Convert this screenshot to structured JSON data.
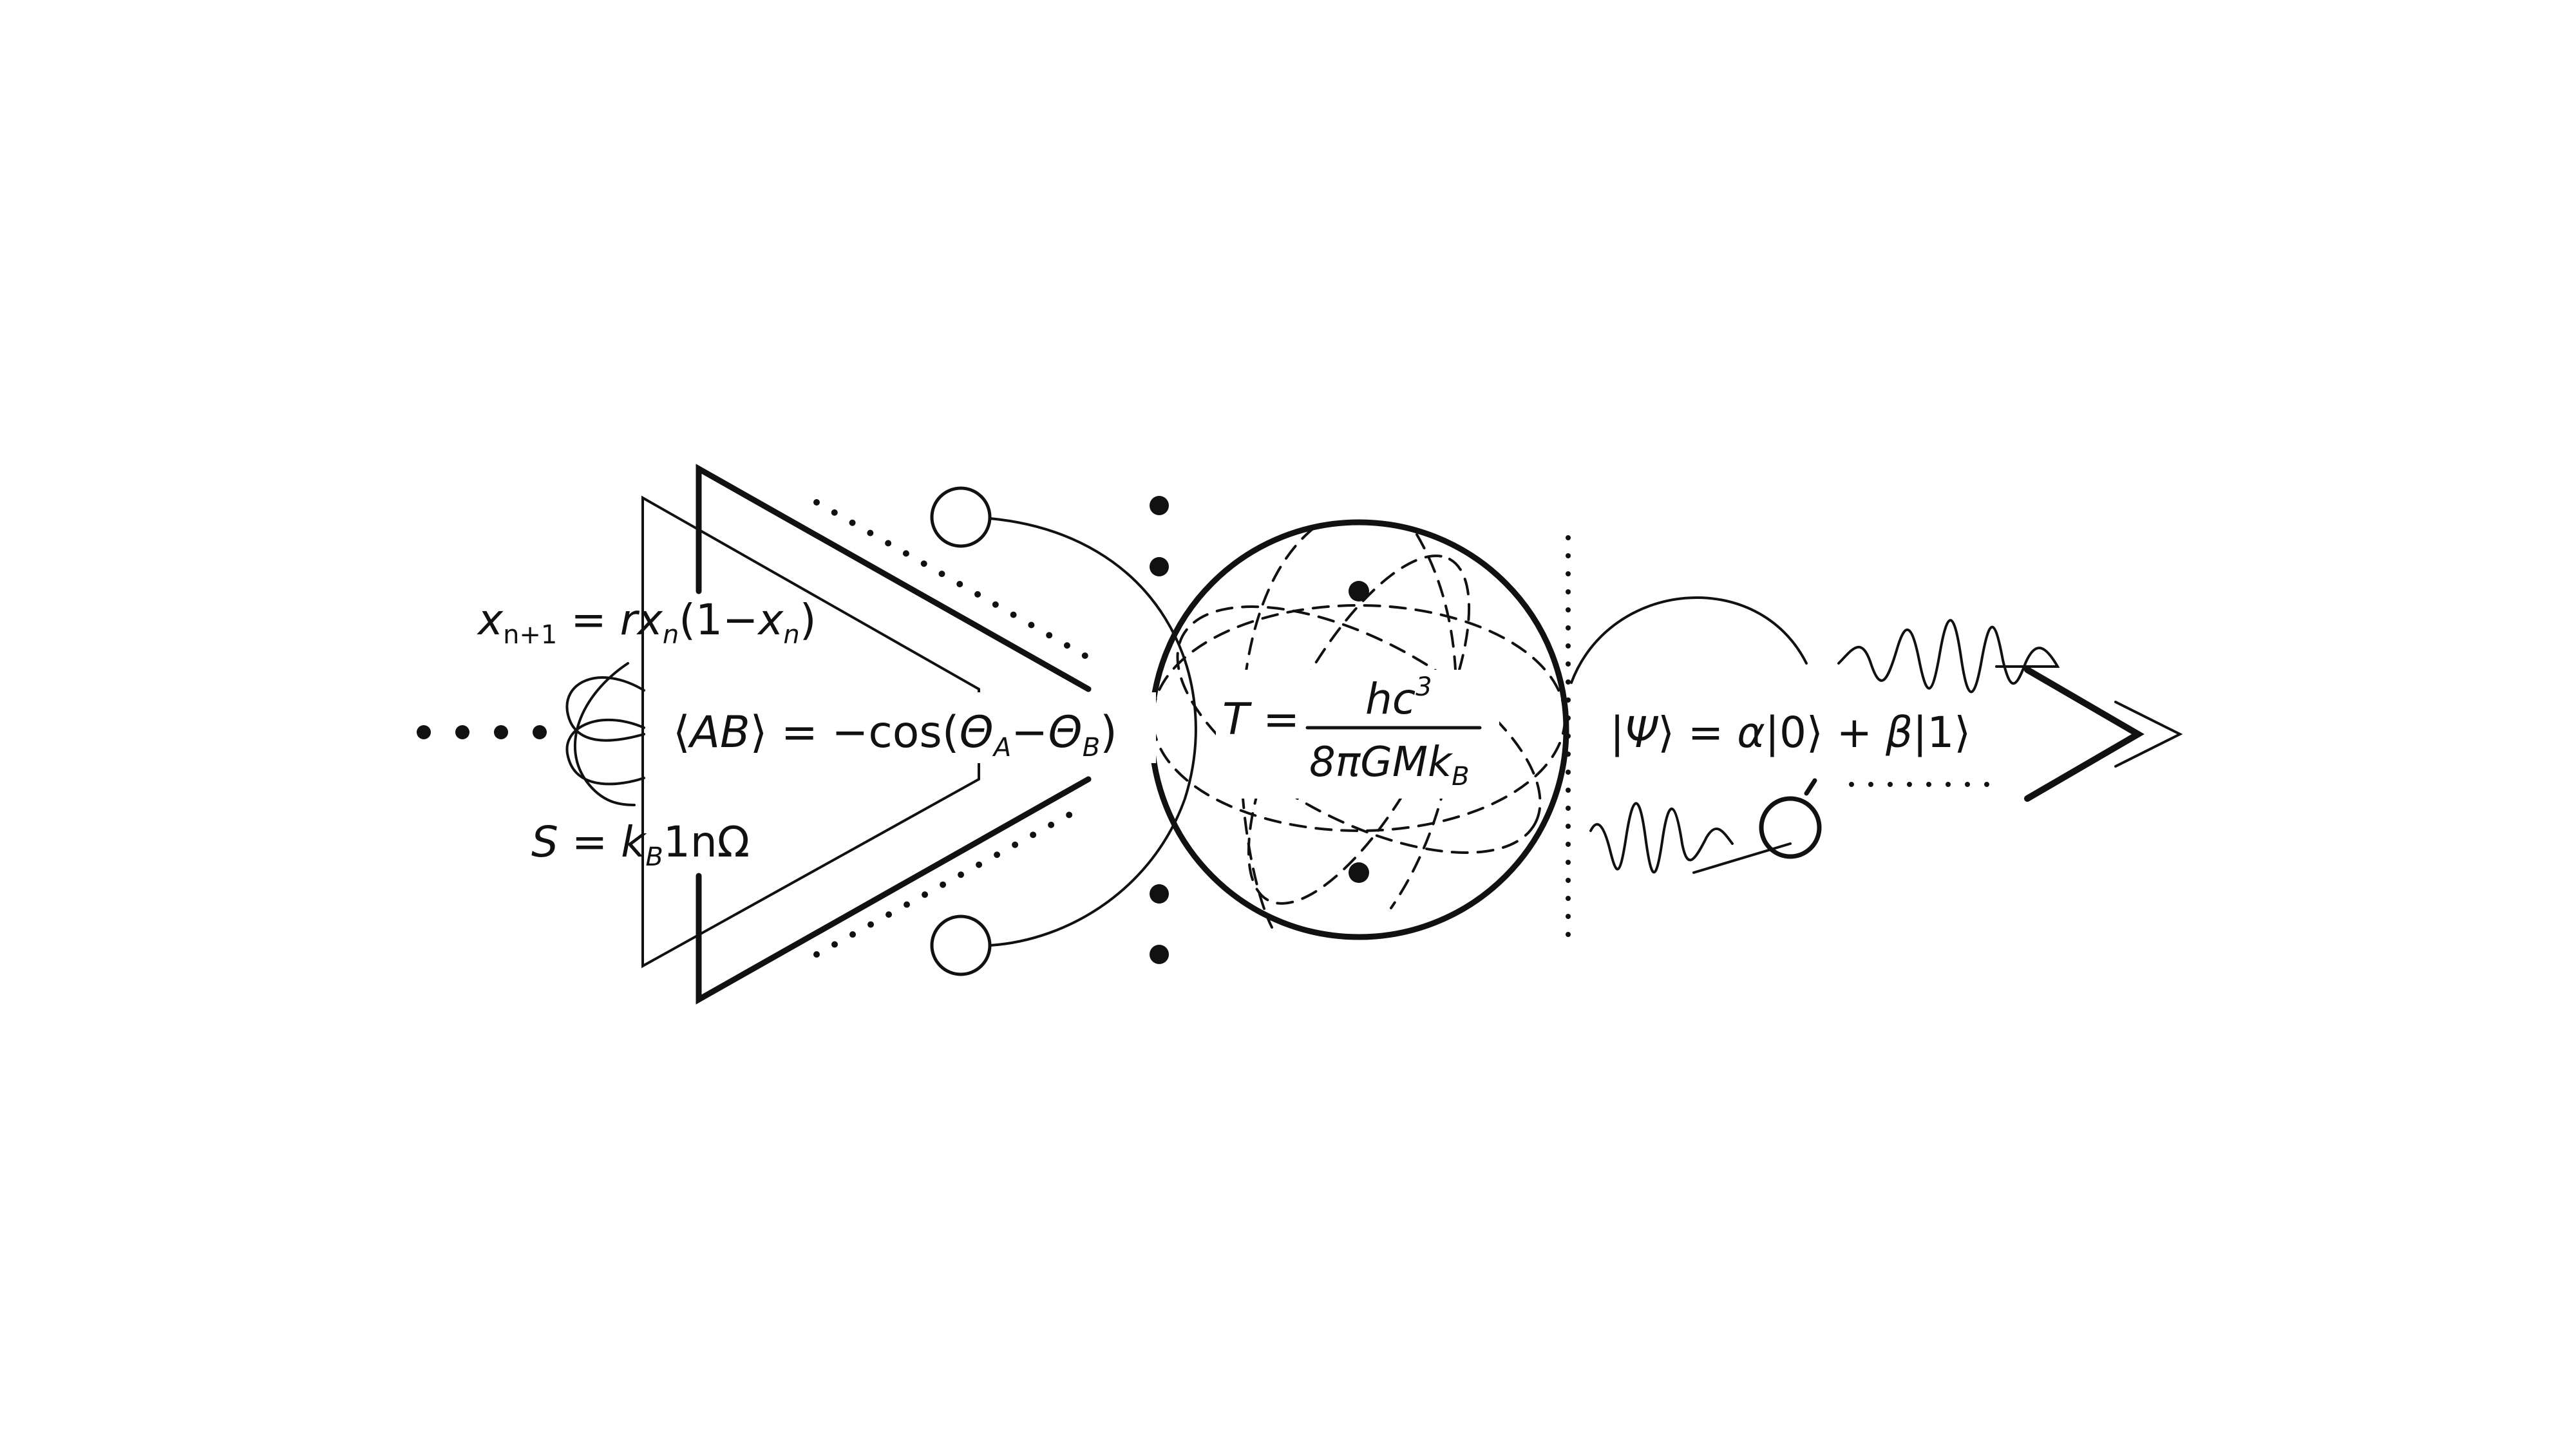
{
  "palette": {
    "ink": "#111111",
    "background": "#ffffff"
  },
  "equations": {
    "logistic": {
      "x": "x",
      "sub_n1": "n+1",
      "eq": " = ",
      "r": "r",
      "x2": "x",
      "sub_n2": "n",
      "open": "(1−",
      "x3": "x",
      "sub_n3": "n",
      "close": ")"
    },
    "entropy": {
      "s": "S",
      "eq": " = ",
      "k": "k",
      "sub_b": "B",
      "tail": "1nΩ"
    },
    "bell": {
      "open": "⟨",
      "ab": "AB",
      "close": "⟩",
      "mid": " = −cos(",
      "theta_a": "Θ",
      "sub_a": "A",
      "minus": "−",
      "theta_b": "Θ",
      "sub_b": "B",
      "end": ")"
    },
    "hawking": {
      "t": "T",
      "eq": " =",
      "num_h": "hc",
      "num_sup": "3",
      "den_main": "8πGMk",
      "den_sub": "B"
    },
    "qubit": {
      "bar": "|",
      "psi": "Ψ",
      "ket_close": "⟩",
      "eq": " = ",
      "alpha": "α",
      "ket0": "|0⟩",
      "plus": " + ",
      "beta": "β",
      "ket1": "|1⟩"
    }
  },
  "icons": {
    "left_dots": "dot-row-icon",
    "atom": "atom-orbit-icon",
    "prism": "double-triangle-icon",
    "sphere": "dashed-globe-icon",
    "waves": "sine-wave-icon",
    "arrow": "double-chevron-icon"
  }
}
